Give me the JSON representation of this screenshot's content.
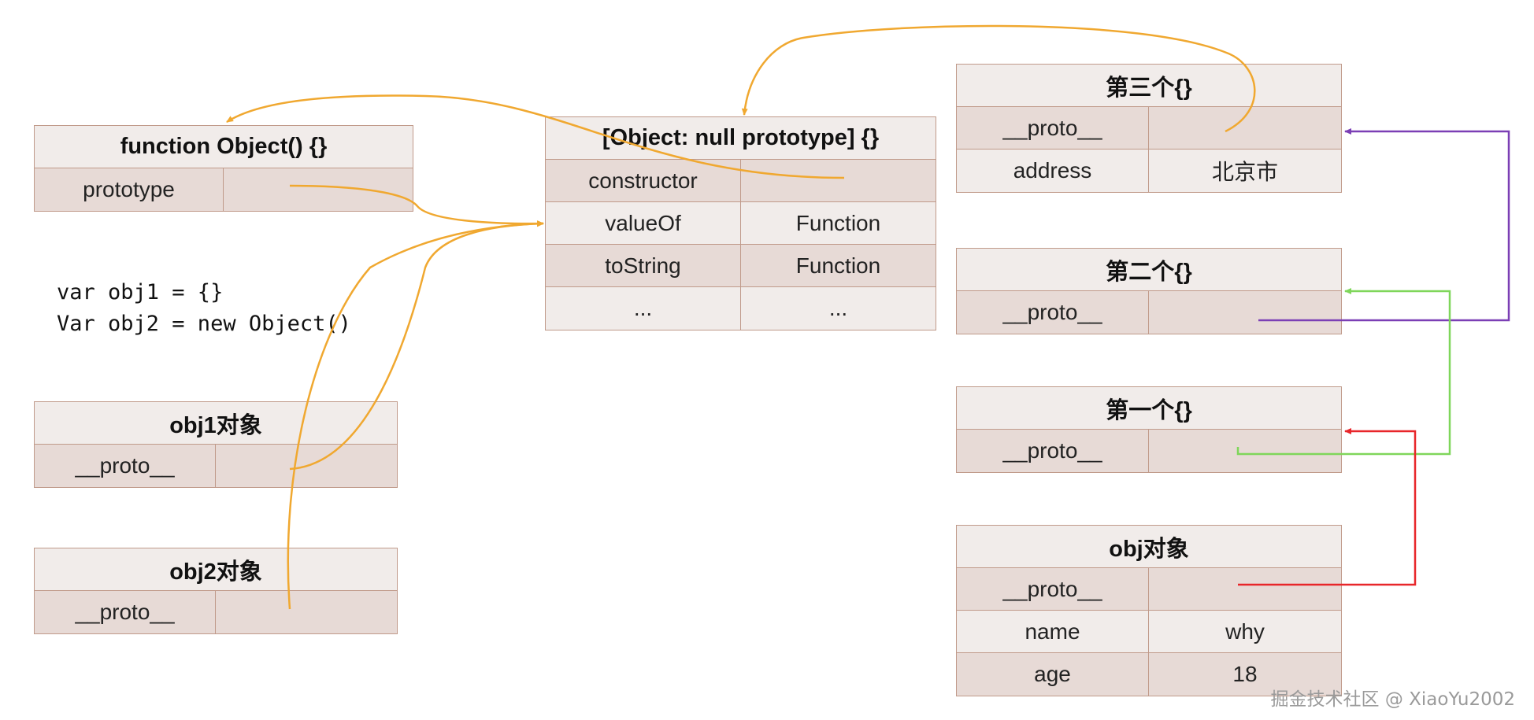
{
  "boxes": {
    "function_object": {
      "title": "function Object() {}",
      "rows": [
        {
          "key": "prototype",
          "value": ""
        }
      ]
    },
    "null_prototype": {
      "title": "[Object: null prototype] {}",
      "rows": [
        {
          "key": "constructor",
          "value": ""
        },
        {
          "key": "valueOf",
          "value": "Function"
        },
        {
          "key": "toString",
          "value": "Function"
        },
        {
          "key": "...",
          "value": "..."
        }
      ]
    },
    "obj1": {
      "title": "obj1对象",
      "rows": [
        {
          "key": "__proto__",
          "value": ""
        }
      ]
    },
    "obj2": {
      "title": "obj2对象",
      "rows": [
        {
          "key": "__proto__",
          "value": ""
        }
      ]
    },
    "third": {
      "title": "第三个{}",
      "rows": [
        {
          "key": "__proto__",
          "value": ""
        },
        {
          "key": "address",
          "value": "北京市"
        }
      ]
    },
    "second": {
      "title": "第二个{}",
      "rows": [
        {
          "key": "__proto__",
          "value": ""
        }
      ]
    },
    "first": {
      "title": "第一个{}",
      "rows": [
        {
          "key": "__proto__",
          "value": ""
        }
      ]
    },
    "obj": {
      "title": "obj对象",
      "rows": [
        {
          "key": "__proto__",
          "value": ""
        },
        {
          "key": "name",
          "value": "why"
        },
        {
          "key": "age",
          "value": "18"
        }
      ]
    }
  },
  "code": {
    "line1": "var obj1 = {}",
    "line2": "Var obj2 = new Object()"
  },
  "colors": {
    "box_border": "#c09a8a",
    "row_dark": "#e7dad6",
    "row_light": "#f1ecea",
    "arrow_orange": "#f0a830",
    "arrow_purple": "#7b3fb5",
    "arrow_green": "#7fd65a",
    "arrow_red": "#e8262a"
  },
  "watermark": "掘金技术社区 @ XiaoYu2002"
}
